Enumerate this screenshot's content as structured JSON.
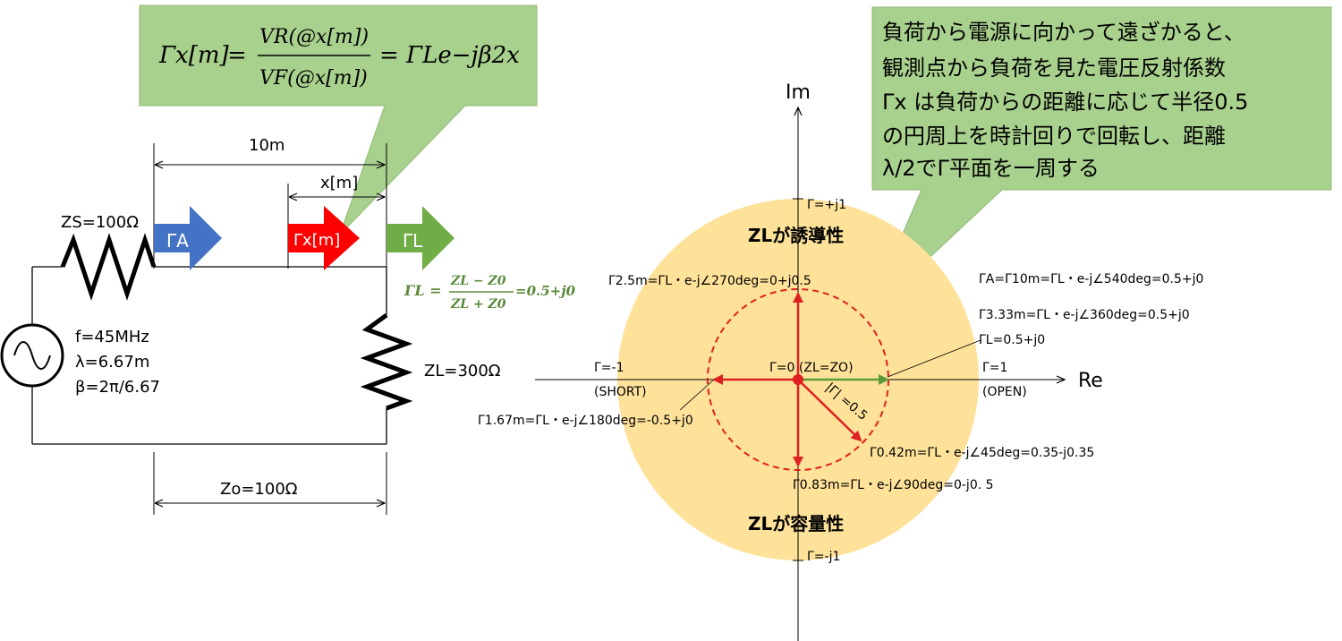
{
  "callout_top": {
    "formula_lhs": "Γx[m]",
    "formula_num": "VR(@x[m])",
    "formula_den": "VF(@x[m])",
    "formula_rhs": "= ΓLe−jβ2x"
  },
  "callout_right": {
    "lines": [
      "負荷から電源に向かって遠ざかると、",
      "観測点から負荷を見た電圧反射係数",
      "Γx は負荷からの距離に応じて半径0.5",
      "の円周上を時計回りで回転し、距離",
      "λ/2でΓ平面を一周する"
    ]
  },
  "circuit": {
    "dim_total": "10m",
    "dim_x": "x[m]",
    "zs": "ZS=100Ω",
    "zl": "ZL=300Ω",
    "zo": "Zo=100Ω",
    "source_f": "f=45MHz",
    "source_lambda": "λ=6.67m",
    "source_beta": "β=2π/6.67",
    "arrow_a": "ΓA",
    "arrow_x": "Γx[m]",
    "arrow_l": "ΓL",
    "gamma_l_formula_lhs": "ΓL =",
    "gamma_l_formula_num": "ZL − Z0",
    "gamma_l_formula_den": "ZL + Z0",
    "gamma_l_formula_val": "=0.5+j0",
    "colors": {
      "arrow_a": "#4472c4",
      "arrow_x": "#ff0000",
      "arrow_l": "#70ad47"
    }
  },
  "smith": {
    "axis_im": "Im",
    "axis_re": "Re",
    "label_inductive": "ZLが誘導性",
    "label_capacitive": "ZLが容量性",
    "g_plus_j1": "Γ=+j1",
    "g_minus_j1": "Γ=-j1",
    "g_minus_1": "Γ=-1",
    "short": "(SHORT)",
    "g_1": "Γ=1",
    "open": "(OPEN)",
    "center": "Γ=0 (ZL=ZO)",
    "radius": "|Γ| =0.5",
    "p_2_5m": "Γ2.5m=ΓL・e-j∠270deg=0+j0.5",
    "p_10m": "ΓA=Γ10m=ΓL・e-j∠540deg=0.5+j0",
    "p_3_33m": "Γ3.33m=ΓL・e-j∠360deg=0.5+j0",
    "p_gl": "ΓL=0.5+j0",
    "p_1_67m": "Γ1.67m=ΓL・e-j∠180deg=-0.5+j0",
    "p_0_42m": "Γ0.42m=ΓL・e-j∠45deg=0.35-j0.35",
    "p_0_83m": "Γ0.83m=ΓL・e-j∠90deg=0-j0. 5",
    "colors": {
      "disc": "#ffe29a",
      "circle": "#e02020",
      "green": "#5a9a3a"
    }
  }
}
